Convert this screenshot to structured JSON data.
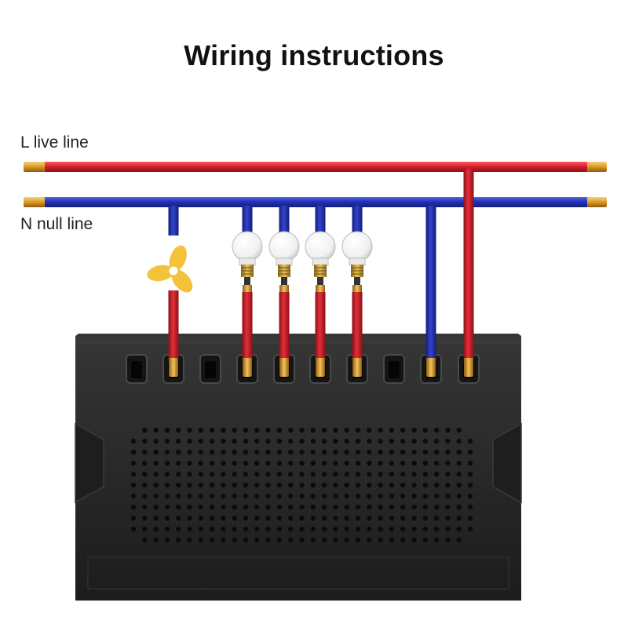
{
  "title": "Wiring instructions",
  "labels": {
    "live": "L live line",
    "null": "N null line"
  },
  "colors": {
    "live_wire": "#d8222e",
    "null_wire": "#2233b8",
    "copper": "#e0a830",
    "panel": "#262626",
    "fan": "#f3c13a"
  },
  "loads": [
    {
      "type": "fan",
      "icon": "fan-icon"
    },
    {
      "type": "bulb",
      "icon": "bulb-icon"
    },
    {
      "type": "bulb",
      "icon": "bulb-icon"
    },
    {
      "type": "bulb",
      "icon": "bulb-icon"
    },
    {
      "type": "bulb",
      "icon": "bulb-icon"
    }
  ],
  "terminals": [
    "empty",
    "load-1",
    "empty",
    "load-2",
    "load-3",
    "load-4",
    "load-5",
    "empty",
    "N",
    "L"
  ]
}
